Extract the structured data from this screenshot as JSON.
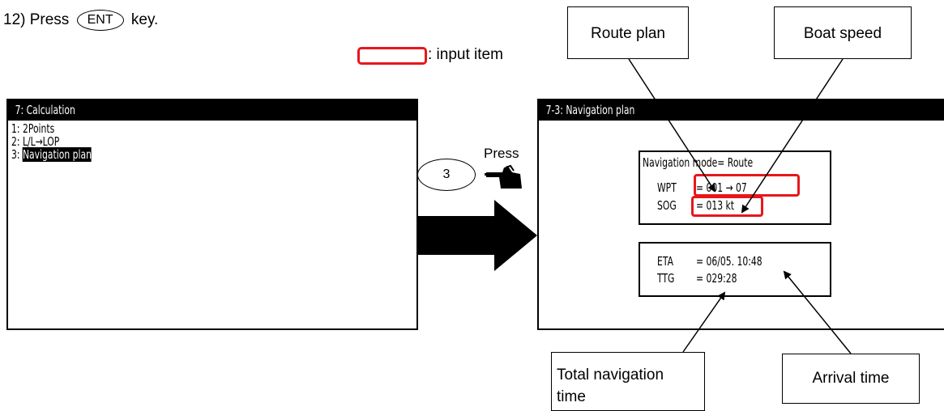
{
  "instruction": {
    "prefix": "12) Press",
    "key": "ENT",
    "suffix": "key."
  },
  "legend": {
    "text": ": input item",
    "color": "#e8161b"
  },
  "left_screen": {
    "title": "7: Calculation",
    "items": [
      {
        "label": "1: 2Points",
        "selected": false
      },
      {
        "label": "2: L/L→LOP",
        "selected": false
      },
      {
        "label": "3: ",
        "highlight": "Navigation plan",
        "selected": true
      }
    ]
  },
  "press": {
    "label": "Press",
    "key": "3",
    "icon": "pointing-hand-icon"
  },
  "arrow": {
    "icon": "right-arrow-icon"
  },
  "right_screen": {
    "title": "7-3: Navigation plan",
    "mode_line": "Navigation mode= Route",
    "wpt_label": "WPT",
    "wpt_value": "= 001 →  07",
    "sog_label": "SOG",
    "sog_value": "= 013 kt",
    "eta_label": "ETA",
    "eta_value": "= 06/05. 10:48",
    "ttg_label": "TTG",
    "ttg_value": "= 029:28"
  },
  "callouts": {
    "route_plan": "Route plan",
    "boat_speed": "Boat speed",
    "total_nav_time_line1": "Total navigation",
    "total_nav_time_line2": "time",
    "arrival_time": "Arrival time"
  }
}
